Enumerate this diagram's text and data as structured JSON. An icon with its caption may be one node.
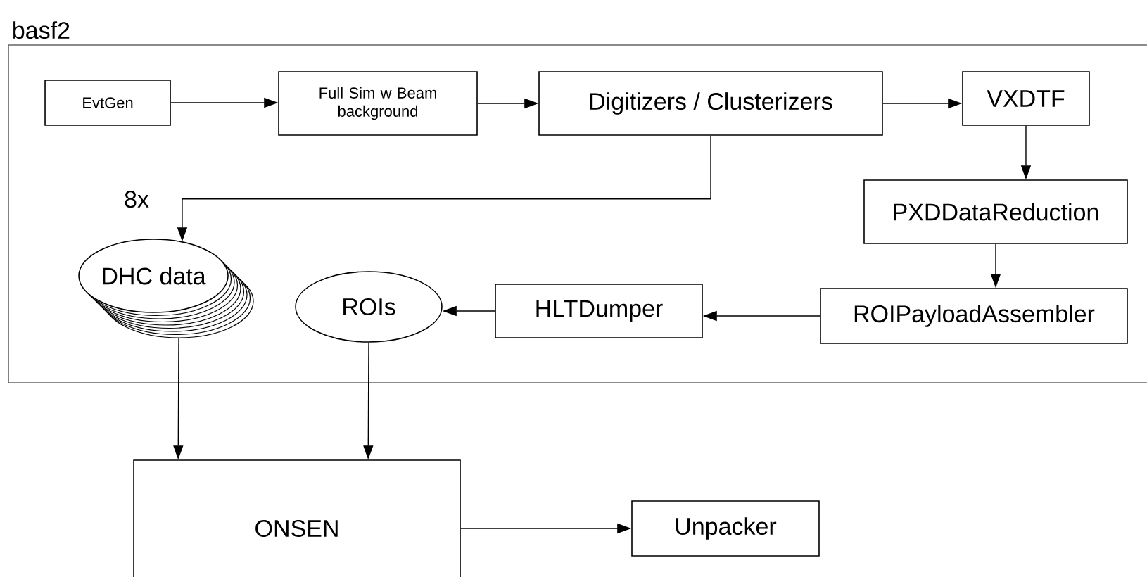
{
  "diagram": {
    "nodes": [
      {
        "text": [
          "basf2"
        ]
      },
      {
        "text": [
          "EvtGen"
        ],
        "in": 0
      },
      {
        "text": [
          "Full Sim w Beam background"
        ],
        "in": 0
      },
      {
        "text": [
          "Digitizers / Clusterizers"
        ],
        "in": 0
      },
      {
        "text": [
          "VXDTF"
        ],
        "in": 0
      },
      {
        "text": [
          "PXDDataReduction"
        ],
        "in": 0
      },
      {
        "text": [
          "ROIPayloadAssembler"
        ],
        "in": 0
      },
      {
        "text": [
          "HLTDumper"
        ],
        "in": 0
      },
      {
        "text": [
          "ROIs"
        ],
        "in": 0
      },
      {
        "text": [
          "DHC data"
        ],
        "in": 0,
        "beside": [
          "8x"
        ]
      },
      {
        "text": [
          "ONSEN"
        ]
      },
      {
        "text": [
          "Unpacker"
        ]
      }
    ],
    "edges": [
      {
        "from": 1,
        "to": 2,
        "arrow": "to"
      },
      {
        "from": 2,
        "to": 3,
        "arrow": "to"
      },
      {
        "from": 3,
        "to": 4,
        "arrow": "to"
      },
      {
        "from": 4,
        "to": 5,
        "arrow": "to"
      },
      {
        "from": 5,
        "to": 6,
        "arrow": "to"
      },
      {
        "from": 6,
        "to": 7,
        "arrow": "to"
      },
      {
        "from": 7,
        "to": 8,
        "arrow": "to"
      },
      {
        "from": 3,
        "to": 9,
        "arrow": "to"
      },
      {
        "from": 9,
        "to": 10,
        "arrow": "to"
      },
      {
        "from": 8,
        "to": 10,
        "arrow": "to"
      },
      {
        "from": 10,
        "to": 11,
        "arrow": "to"
      }
    ]
  }
}
